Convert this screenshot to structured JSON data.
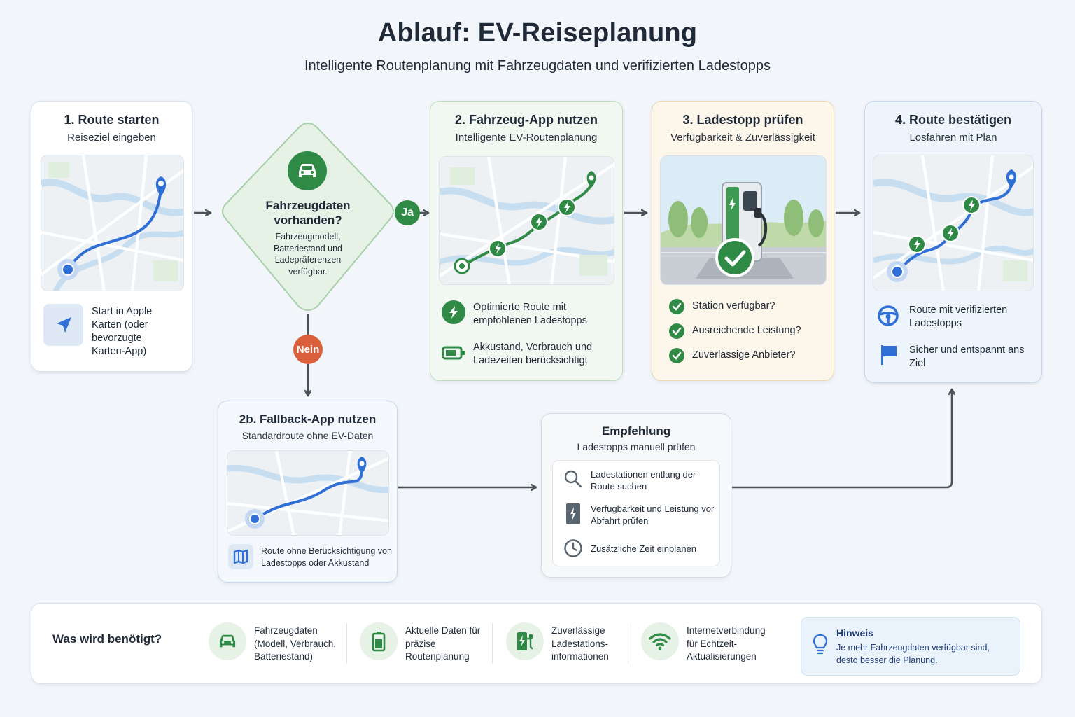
{
  "header": {
    "title": "Ablauf: EV-Reiseplanung",
    "subtitle": "Intelligente Routenplanung mit Fahrzeugdaten und verifizierten Ladestopps"
  },
  "step1": {
    "title": "1. Route starten",
    "subtitle": "Reiseziel eingeben",
    "note": "Start in Apple Karten (oder bevorzugte Karten-App)",
    "icon": "navigation-arrow-icon"
  },
  "decision": {
    "title": "Fahrzeugdaten vorhanden?",
    "body": "Fahrzeugmodell, Batteriestand und Ladepräferenzen verfügbar.",
    "yes_label": "Ja",
    "no_label": "Nein",
    "icon": "car-icon"
  },
  "step2": {
    "title": "2. Fahrzeug-App nutzen",
    "subtitle": "Intelligente EV-Routenplanung",
    "items": [
      {
        "icon": "bolt-icon",
        "text": "Optimierte Route mit empfohlenen Ladestopps"
      },
      {
        "icon": "battery-icon",
        "text": "Akkustand, Verbrauch und Ladezeiten berücksichtigt"
      }
    ]
  },
  "step3": {
    "title": "3. Ladestopp prüfen",
    "subtitle": "Verfügbarkeit & Zuverlässigkeit",
    "checks": [
      "Station verfügbar?",
      "Ausreichende Leistung?",
      "Zuverlässige Anbieter?"
    ]
  },
  "step4": {
    "title": "4. Route bestätigen",
    "subtitle": "Losfahren mit Plan",
    "items": [
      {
        "icon": "steering-wheel-icon",
        "text": "Route mit verifizierten Ladestopps"
      },
      {
        "icon": "flag-icon",
        "text": "Sicher und entspannt ans Ziel"
      }
    ]
  },
  "fallback": {
    "title": "2b. Fallback-App nutzen",
    "subtitle": "Standardroute ohne EV-Daten",
    "note": "Route ohne Berücksichtigung von Ladestopps oder Akkustand",
    "icon": "map-icon"
  },
  "recommendation": {
    "title": "Empfehlung",
    "subtitle": "Ladestopps manuell prüfen",
    "items": [
      {
        "icon": "search-icon",
        "text": "Ladestationen entlang der Route suchen"
      },
      {
        "icon": "charger-icon",
        "text": "Verfügbarkeit und Leistung vor Abfahrt prüfen"
      },
      {
        "icon": "clock-icon",
        "text": "Zusätzliche Zeit einplanen"
      }
    ]
  },
  "requirements": {
    "heading": "Was wird benötigt?",
    "items": [
      {
        "icon": "car-icon",
        "text": "Fahrzeugdaten (Modell, Verbrauch, Batteriestand)"
      },
      {
        "icon": "battery-icon",
        "text": "Aktuelle Daten für präzise Routenplanung"
      },
      {
        "icon": "charger-icon",
        "text": "Zuverlässige Ladestations-informationen"
      },
      {
        "icon": "wifi-icon",
        "text": "Internetverbindung für Echtzeit-Aktualisierungen"
      }
    ]
  },
  "hint": {
    "title": "Hinweis",
    "text": "Je mehr Fahrzeugdaten verfügbar sind, desto besser die Planung.",
    "icon": "lightbulb-icon"
  },
  "colors": {
    "green": "#2f8a45",
    "blue": "#2f6fd6",
    "orange": "#d9603b",
    "arrow": "#4a525c"
  }
}
